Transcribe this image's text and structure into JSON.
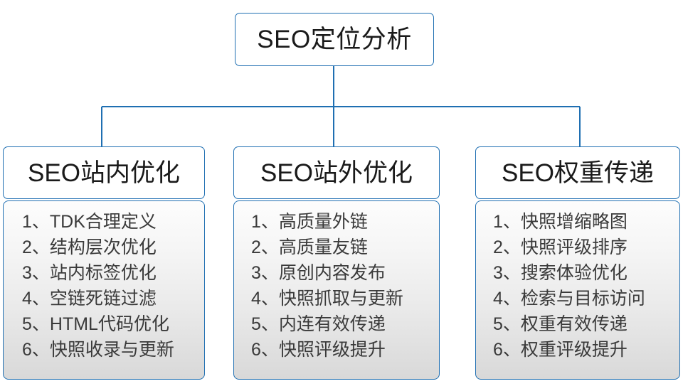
{
  "diagram": {
    "type": "org-chart",
    "root": {
      "title": "SEO定位分析"
    },
    "colors": {
      "border": "#1f6fb2",
      "connector": "#1f6fb2",
      "head_background": "#ffffff",
      "body_gradient_top": "#fdfdfd",
      "body_gradient_bottom": "#d8d8d8",
      "head_text": "#1a1a1a",
      "item_text": "#3a3a3a"
    },
    "branches": [
      {
        "title": "SEO站内优化",
        "items": [
          {
            "num": "1、",
            "text": "TDK合理定义"
          },
          {
            "num": "2、",
            "text": "结构层次优化"
          },
          {
            "num": "3、",
            "text": "站内标签优化"
          },
          {
            "num": "4、",
            "text": "空链死链过滤"
          },
          {
            "num": "5、",
            "text": "HTML代码优化"
          },
          {
            "num": "6、",
            "text": "快照收录与更新"
          }
        ]
      },
      {
        "title": "SEO站外优化",
        "items": [
          {
            "num": "1、",
            "text": "高质量外链"
          },
          {
            "num": "2、",
            "text": "高质量友链"
          },
          {
            "num": "3、",
            "text": "原创内容发布"
          },
          {
            "num": "4、",
            "text": "快照抓取与更新"
          },
          {
            "num": "5、",
            "text": "内连有效传递"
          },
          {
            "num": "6、",
            "text": "快照评级提升"
          }
        ]
      },
      {
        "title": "SEO权重传递",
        "items": [
          {
            "num": "1、",
            "text": "快照增缩略图"
          },
          {
            "num": "2、",
            "text": "快照评级排序"
          },
          {
            "num": "3、",
            "text": "搜索体验优化"
          },
          {
            "num": "4、",
            "text": "检索与目标访问"
          },
          {
            "num": "5、",
            "text": "权重有效传递"
          },
          {
            "num": "6、",
            "text": "权重评级提升"
          }
        ]
      }
    ]
  }
}
